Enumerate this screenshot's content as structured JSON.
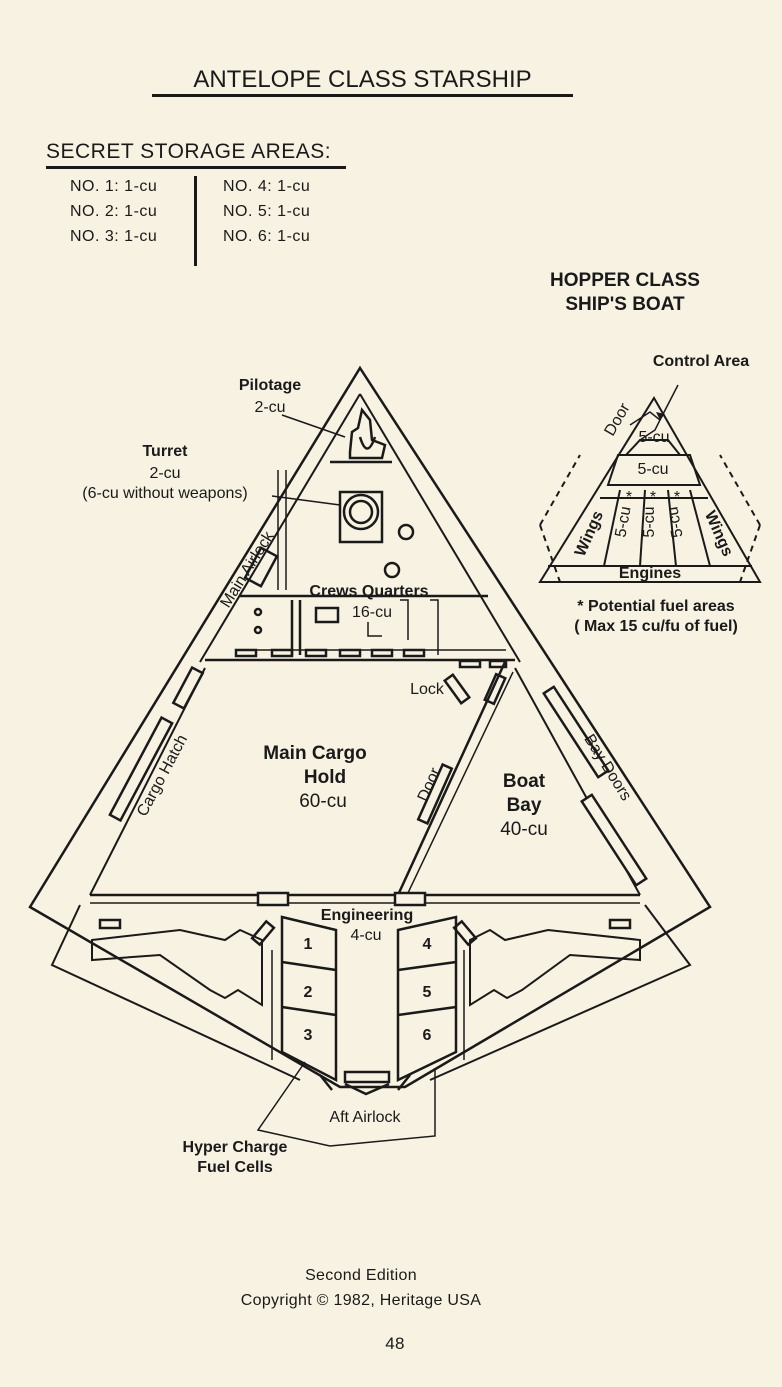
{
  "title": "ANTELOPE CLASS STARSHIP",
  "secret_storage": {
    "heading": "SECRET STORAGE AREAS:",
    "items": [
      "NO. 1: 1-cu",
      "NO. 2: 1-cu",
      "NO. 3: 1-cu",
      "NO. 4: 1-cu",
      "NO. 5: 1-cu",
      "NO. 6: 1-cu"
    ]
  },
  "ship": {
    "pilotage": {
      "name": "Pilotage",
      "size": "2-cu"
    },
    "turret": {
      "name": "Turret",
      "size": "2-cu",
      "note": "(6-cu without weapons)"
    },
    "main_airlock": "Main Airlock",
    "crews_quarters": {
      "name": "Crews Quarters",
      "size": "16-cu"
    },
    "lock": "Lock",
    "cargo_hatch": "Cargo Hatch",
    "main_cargo_hold": {
      "name_line1": "Main Cargo",
      "name_line2": "Hold",
      "size": "60-cu"
    },
    "door": "Door",
    "boat_bay": {
      "name_line1": "Boat",
      "name_line2": "Bay",
      "size": "40-cu"
    },
    "bay_doors": "Bay Doors",
    "engineering": {
      "name": "Engineering",
      "size": "4-cu"
    },
    "fuel_cell_numbers": [
      "1",
      "2",
      "3",
      "4",
      "5",
      "6"
    ],
    "aft_airlock": "Aft Airlock",
    "hyper_charge": {
      "line1": "Hyper Charge",
      "line2": "Fuel Cells"
    }
  },
  "hopper": {
    "title_line1": "HOPPER CLASS",
    "title_line2": "SHIP'S BOAT",
    "control_area": "Control Area",
    "door": "Door",
    "five_cu": "5-cu",
    "five_cu_fuel": "5-cu",
    "star": "*",
    "wings": "Wings",
    "engines": "Engines",
    "note_line1": "* Potential fuel areas",
    "note_line2": "( Max 15 cu/fu of fuel)"
  },
  "footer": {
    "edition": "Second Edition",
    "copyright": "Copyright © 1982, Heritage USA",
    "page_number": "48"
  }
}
